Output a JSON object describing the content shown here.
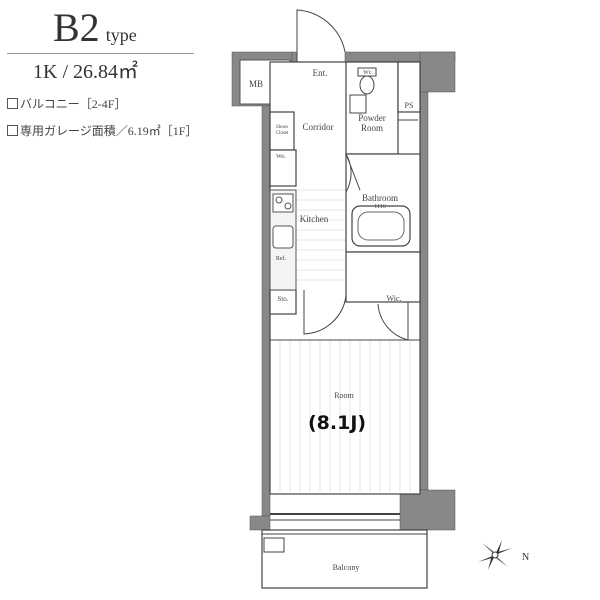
{
  "header": {
    "type_code": "B2",
    "type_suffix": "type",
    "area": "1K / 26.84㎡"
  },
  "notes": [
    "バルコニー［2-4F］",
    "専用ガレージ面積／6.19㎡［1F］"
  ],
  "rooms": {
    "mb": "MB",
    "ent": "Ent.",
    "ps": "PS",
    "powder_room_line1": "Powder",
    "powder_room_line2": "Room",
    "shoes_closet_line1": "Shoes",
    "shoes_closet_line2": "Closet",
    "corridor": "Corridor",
    "bathroom": "Bathroom",
    "bathroom_size": "1116",
    "kitchen": "Kitchen",
    "wic": "Wic.",
    "sto": "Sto.",
    "room": "Room",
    "room_size": "(8.1J)",
    "balcony": "Balcony",
    "fridge": "Ref.",
    "small_wc": "Wc.",
    "washer": "Wo."
  },
  "compass": {
    "north_label": "N"
  }
}
